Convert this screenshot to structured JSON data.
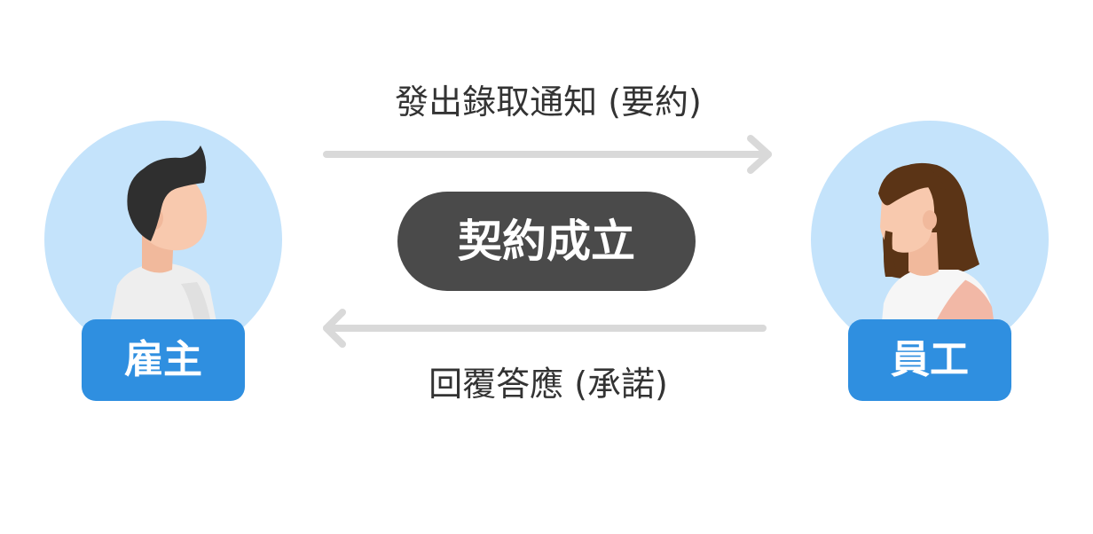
{
  "diagram": {
    "offer_label": "發出錄取通知 (要約)",
    "acceptance_label": "回覆答應 (承諾)",
    "contract_label": "契約成立",
    "employer_label": "雇主",
    "employee_label": "員工"
  },
  "colors": {
    "avatar_background": "#c4e3fb",
    "role_tag": "#2f8fe0",
    "contract_pill": "#4a4a4a",
    "arrow": "#d9d9d9",
    "message_text": "#333333",
    "hair_male": "#2f2f2f",
    "hair_female": "#5b3416",
    "skin": "#f8c9ae",
    "shirt": "#eeeeee"
  },
  "icons": {
    "offer_arrow": "arrow-right-icon",
    "acceptance_arrow": "arrow-left-icon",
    "employer_avatar": "man-avatar-icon",
    "employee_avatar": "woman-avatar-icon"
  }
}
